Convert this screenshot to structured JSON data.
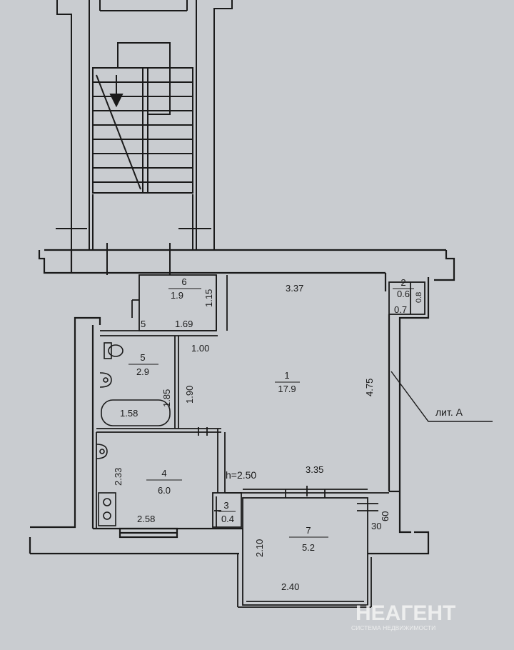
{
  "rooms": [
    {
      "number": "1",
      "area": "17.9"
    },
    {
      "number": "2",
      "area": "0.6"
    },
    {
      "number": "3",
      "area": "0.4"
    },
    {
      "number": "4",
      "area": "6.0"
    },
    {
      "number": "5",
      "area": "2.9"
    },
    {
      "number": "6",
      "area": "1.9"
    },
    {
      "number": "7",
      "area": "5.2"
    }
  ],
  "dimensions": {
    "d337": "3.37",
    "d115": "1.15",
    "d169": "1.69",
    "d5": "5",
    "d100": "1.00",
    "d185": "1.85",
    "d190": "1.90",
    "d158": "1.58",
    "d475": "4.75",
    "d07": "0.7",
    "d08": "0.8",
    "d233": "2.33",
    "d335": "3.35",
    "d258": "2.58",
    "d210": "2.10",
    "d240": "2.40",
    "d60": "60",
    "d30": "30"
  },
  "ceiling_height": "h=2.50",
  "building_label": "лит. А",
  "watermark": {
    "brand": "НЕАГЕНТ",
    "tagline": "СИСТЕМА НЕДВИЖИМОСТИ"
  }
}
